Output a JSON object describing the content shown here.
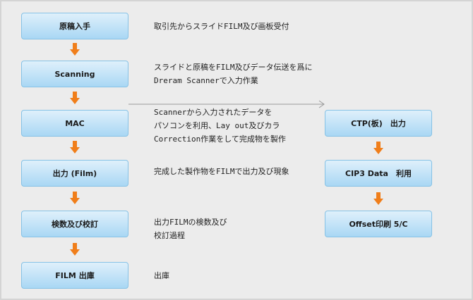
{
  "left_steps": [
    {
      "label": "原稿入手",
      "description": "取引先からスライドFILM及び画板受付"
    },
    {
      "label": "Scanning",
      "description": "スライドと原稿をFILM及びデータ伝送を爲に\nDreram Scannerで入力作業"
    },
    {
      "label": "MAC",
      "description": "Scannerから入力されたデータを\nパソコンを利用、Lay out及びカラ\nCorrection作業をして完成物を製作"
    },
    {
      "label": "出力 (Film)",
      "description": "完成した製作物をFILMで出力及び現象"
    },
    {
      "label": "検数及び校訂",
      "description": "出力FILMの検数及び\n校訂過程"
    },
    {
      "label": "FILM 出庫",
      "description": "出庫"
    }
  ],
  "right_steps": [
    {
      "label": "CTP(板)　出力"
    },
    {
      "label": "CIP3 Data　利用"
    },
    {
      "label": "Offset印刷 5/C"
    }
  ],
  "colors": {
    "arrow": "#f07e1a",
    "box_top": "#dff0fb",
    "box_bottom": "#a9d7f4",
    "connector": "#9a9a9a"
  }
}
